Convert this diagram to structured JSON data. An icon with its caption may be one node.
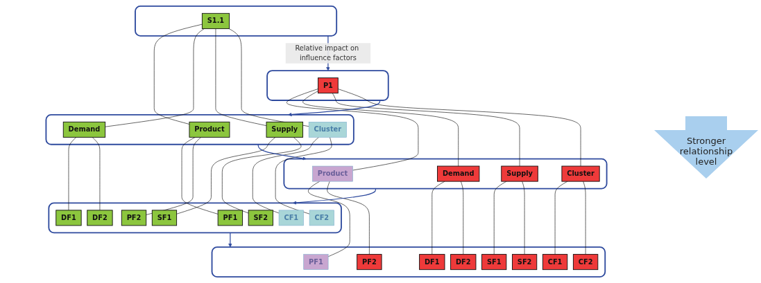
{
  "diagram": {
    "nodes": [
      {
        "text": [],
        "shape": "box"
      },
      {
        "text": [
          "S1.1"
        ],
        "in": 0
      },
      {
        "text": [],
        "shape": "box"
      },
      {
        "text": [
          "P1"
        ],
        "in": 2
      },
      {
        "text": [],
        "shape": "box"
      },
      {
        "text": [
          "Product"
        ],
        "in": 4
      },
      {
        "text": [
          "Demand"
        ],
        "in": 4
      },
      {
        "text": [
          "Supply"
        ],
        "in": 4
      },
      {
        "text": [
          "Cluster"
        ],
        "in": 4
      },
      {
        "text": [],
        "shape": "box"
      },
      {
        "text": [
          "Product"
        ],
        "in": 9
      },
      {
        "text": [
          "Demand"
        ],
        "in": 9
      },
      {
        "text": [
          "Supply"
        ],
        "in": 9
      },
      {
        "text": [
          "Cluster"
        ],
        "in": 9
      },
      {
        "text": [],
        "shape": "box"
      },
      {
        "text": [
          "PF1"
        ],
        "in": 14
      },
      {
        "text": [
          "PF2"
        ],
        "in": 14
      },
      {
        "text": [
          "DF1"
        ],
        "in": 14
      },
      {
        "text": [
          "DF2"
        ],
        "in": 14
      },
      {
        "text": [
          "SF1"
        ],
        "in": 14
      },
      {
        "text": [
          "SF2"
        ],
        "in": 14
      },
      {
        "text": [
          "CF1"
        ],
        "in": 14
      },
      {
        "text": [
          "CF2"
        ],
        "in": 14
      },
      {
        "text": [],
        "shape": "box"
      },
      {
        "text": [
          "PF1"
        ],
        "in": 23
      },
      {
        "text": [
          "PF2"
        ],
        "in": 23
      },
      {
        "text": [
          "DF1"
        ],
        "in": 23
      },
      {
        "text": [
          "DF2"
        ],
        "in": 23
      },
      {
        "text": [
          "SF1"
        ],
        "in": 23
      },
      {
        "text": [
          "SF2"
        ],
        "in": 23
      },
      {
        "text": [
          "CF1"
        ],
        "in": 23
      },
      {
        "text": [
          "CF2"
        ],
        "in": 23
      }
    ],
    "edges": [
      {
        "from": 0,
        "to": 2,
        "arrow": "to",
        "label": "Relative impact on influence factors",
        "color": "#2e4a9e"
      },
      {
        "from": 2,
        "to": 4,
        "arrow": "to",
        "color": "#2e4a9e"
      },
      {
        "from": 4,
        "to": 9,
        "arrow": "to",
        "color": "#2e4a9e"
      },
      {
        "from": 9,
        "to": 14,
        "arrow": "to",
        "color": "#2e4a9e"
      },
      {
        "from": 14,
        "to": 23,
        "arrow": "to",
        "color": "#2e4a9e"
      },
      {
        "from": 1,
        "to": 5,
        "arrow": "none"
      },
      {
        "from": 1,
        "to": 6,
        "arrow": "none"
      },
      {
        "from": 1,
        "to": 7,
        "arrow": "none"
      },
      {
        "from": 1,
        "to": 8,
        "arrow": "none"
      },
      {
        "from": 3,
        "to": 10,
        "arrow": "none"
      },
      {
        "from": 3,
        "to": 11,
        "arrow": "none"
      },
      {
        "from": 3,
        "to": 12,
        "arrow": "none"
      },
      {
        "from": 3,
        "to": 13,
        "arrow": "none"
      },
      {
        "from": 5,
        "to": 15,
        "arrow": "none"
      },
      {
        "from": 5,
        "to": 16,
        "arrow": "none"
      },
      {
        "from": 6,
        "to": 17,
        "arrow": "none"
      },
      {
        "from": 6,
        "to": 18,
        "arrow": "none"
      },
      {
        "from": 7,
        "to": 19,
        "arrow": "none"
      },
      {
        "from": 7,
        "to": 20,
        "arrow": "none"
      },
      {
        "from": 8,
        "to": 21,
        "arrow": "none"
      },
      {
        "from": 8,
        "to": 22,
        "arrow": "none"
      },
      {
        "from": 10,
        "to": 24,
        "arrow": "none"
      },
      {
        "from": 10,
        "to": 25,
        "arrow": "none"
      },
      {
        "from": 11,
        "to": 26,
        "arrow": "none"
      },
      {
        "from": 11,
        "to": 27,
        "arrow": "none"
      },
      {
        "from": 12,
        "to": 28,
        "arrow": "none"
      },
      {
        "from": 12,
        "to": 29,
        "arrow": "none"
      },
      {
        "from": 13,
        "to": 30,
        "arrow": "none"
      },
      {
        "from": 13,
        "to": 31,
        "arrow": "none"
      }
    ],
    "labels": [
      "Stronger relationship level"
    ]
  }
}
